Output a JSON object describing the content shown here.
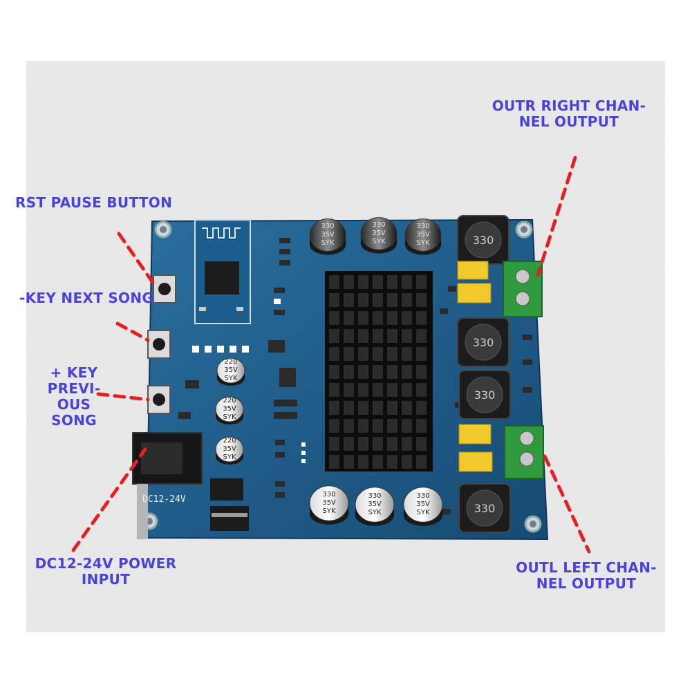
{
  "labels": {
    "rst": [
      "RST PAUSE BUTTON"
    ],
    "key_next": [
      "-KEY NEXT SONG"
    ],
    "key_prev": [
      "+ KEY",
      "PREVI-",
      "OUS",
      "SONG"
    ],
    "power": [
      "DC12-24V POWER",
      "INPUT"
    ],
    "outr": [
      "OUTR RIGHT CHAN-",
      "NEL OUTPUT"
    ],
    "outl": [
      "OUTL LEFT CHAN-",
      "NEL OUTPUT"
    ]
  },
  "board": {
    "silkscreen": "DC12-24V",
    "top_caps": [
      "330\n35V\nSYK",
      "330\n35V\nSYK",
      "330\n35V\nSYK"
    ],
    "bottom_caps": [
      "330\n35V\nSYK",
      "330\n35V\nSYK",
      "330\n35V\nSYK"
    ],
    "small_caps": [
      "220\n35V\nSYK",
      "220\n35V\nSYK",
      "220\n35V\nSYK"
    ],
    "inductors": [
      "330",
      "330",
      "330",
      "330"
    ]
  },
  "colors": {
    "label_text": "#4a43d6",
    "callout_line": "#e22222",
    "pcb": "#1c5a86",
    "terminal": "#2f9a3e",
    "cap_yellow": "#f1c92b"
  }
}
